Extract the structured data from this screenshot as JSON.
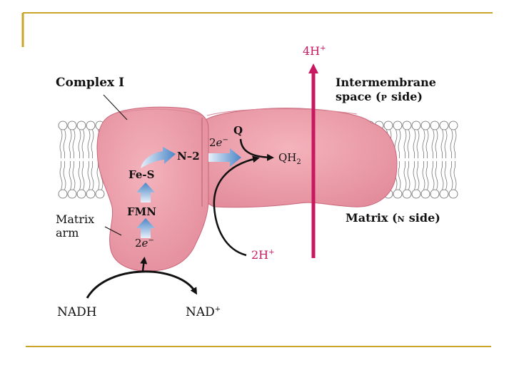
{
  "slide": {
    "frame_color": "#c9a42a"
  },
  "labels": {
    "complex_i": "Complex I",
    "intermembrane_line1": "Intermembrane",
    "intermembrane_line2_a": "space (",
    "intermembrane_line2_sc": "P",
    "intermembrane_line2_b": " side)",
    "matrix_side_a": "Matrix (",
    "matrix_side_sc": "N",
    "matrix_side_b": " side)",
    "matrix_arm_line1": "Matrix",
    "matrix_arm_line2": "arm",
    "fe_s": "Fe-S",
    "fmn": "FMN",
    "n2": "N–2",
    "e_top_coeff": "2",
    "e_top_e": "e",
    "e_top_sup": "−",
    "e_bottom_coeff": "2",
    "e_bottom_e": "e",
    "e_bottom_sup": "−",
    "q": "Q",
    "qh2_main": "QH",
    "qh2_sub": "2",
    "four_h_main": "4H",
    "four_h_sup": "+",
    "two_h_main": "2H",
    "two_h_sup": "+",
    "nadh": "NADH",
    "nad_main": "NAD",
    "nad_sup": "+"
  },
  "colors": {
    "protein": "#eb9aa6",
    "protein_shadow": "#d9798a",
    "proton_arrow": "#c8185f",
    "electron_arrow": "#5d93cc",
    "membrane_head": "#ffffff"
  }
}
